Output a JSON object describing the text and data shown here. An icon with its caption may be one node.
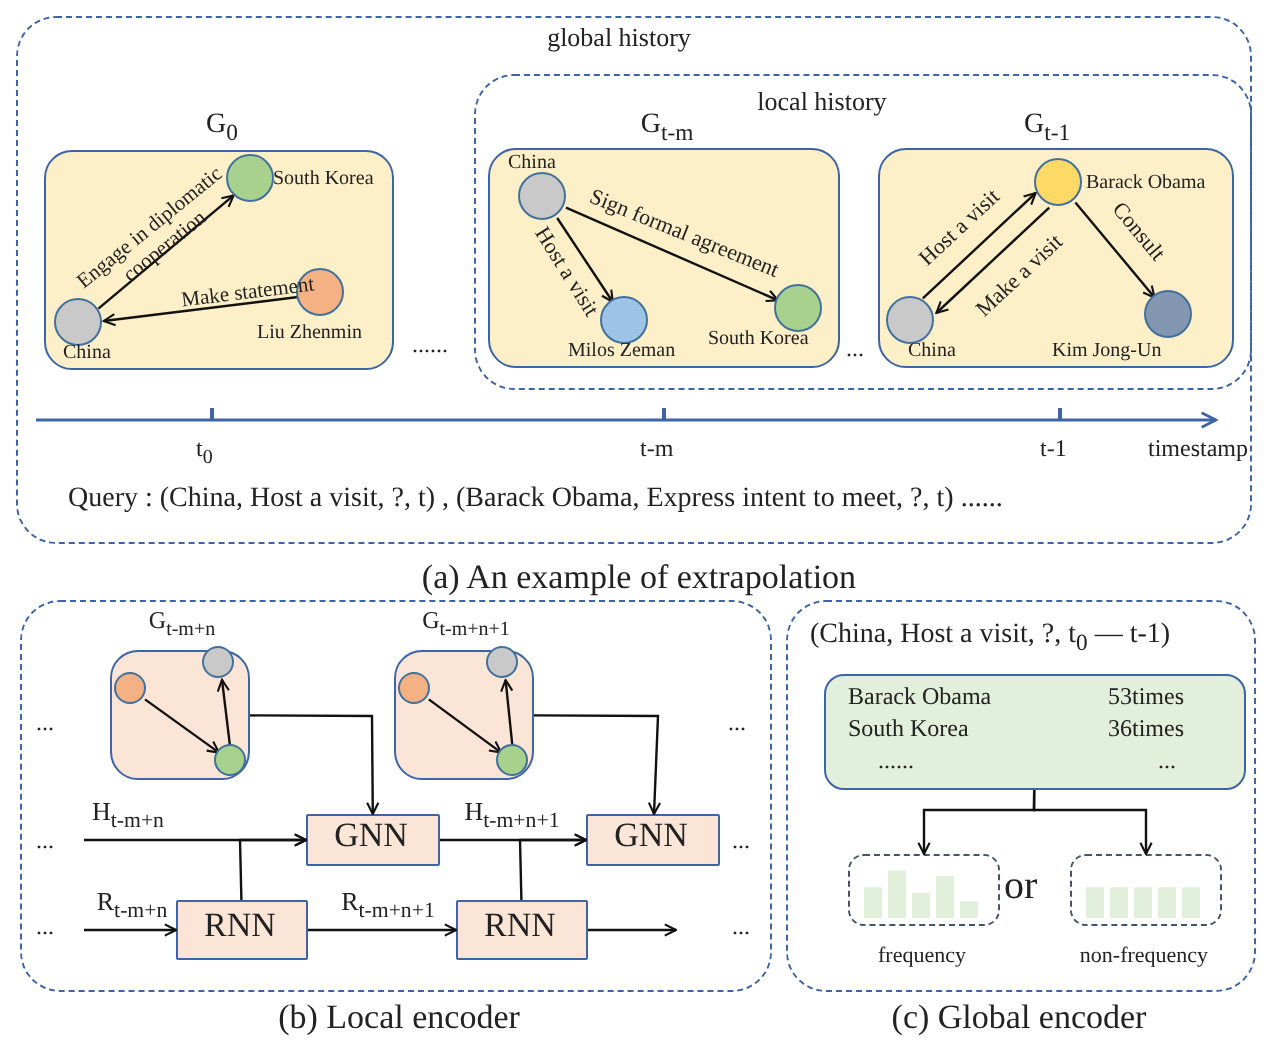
{
  "diagram": {
    "nodes": [
      {
        "text": [
          "global history",
          "(a) An example of extrapolation"
        ]
      },
      {
        "text": [
          "G$_{0}$"
        ],
        "in": 0
      },
      {
        "text": [
          "South Korea"
        ],
        "in": 1
      },
      {
        "text": [
          "Liu Zhenmin"
        ],
        "in": 1
      },
      {
        "text": [
          "China"
        ],
        "in": 1
      },
      {
        "text": [
          "local history"
        ],
        "in": 0
      },
      {
        "text": [
          "G$_{t-m}$"
        ],
        "in": 5
      },
      {
        "text": [
          "China"
        ],
        "in": 6
      },
      {
        "text": [
          "Milos Zeman"
        ],
        "in": 6
      },
      {
        "text": [
          "South Korea"
        ],
        "in": 6
      },
      {
        "text": [
          "G$_{t-1}$"
        ],
        "in": 5
      },
      {
        "text": [
          "Barack Obama"
        ],
        "in": 10
      },
      {
        "text": [
          "China"
        ],
        "in": 10
      },
      {
        "text": [
          "Kim Jong-Un"
        ],
        "in": 10
      },
      {
        "text": [
          "(b) Local encoder"
        ]
      },
      {
        "text": [
          "G$_{t-m+n}$"
        ],
        "in": 14
      },
      {
        "text": [],
        "shape": "circle",
        "in": 15
      },
      {
        "text": [],
        "shape": "circle",
        "in": 15
      },
      {
        "text": [],
        "shape": "circle",
        "in": 15
      },
      {
        "text": [
          "G$_{t-m+n+1}$"
        ],
        "in": 14
      },
      {
        "text": [],
        "shape": "circle",
        "in": 19
      },
      {
        "text": [],
        "shape": "circle",
        "in": 19
      },
      {
        "text": [],
        "shape": "circle",
        "in": 19
      },
      {
        "text": [
          "GNN"
        ],
        "in": 14
      },
      {
        "text": [
          "GNN"
        ],
        "in": 14
      },
      {
        "text": [
          "RNN"
        ],
        "in": 14
      },
      {
        "text": [
          "RNN"
        ],
        "in": 14
      },
      {
        "text": [
          "(c) Global encoder"
        ]
      },
      {
        "text": [
          "Barack Obama",
          "53times",
          "South Korea",
          "36times",
          "......",
          "..."
        ],
        "in": 27
      },
      {
        "text": [
          "frequency"
        ],
        "in": 27
      },
      {
        "text": [
          "non-frequency"
        ],
        "in": 27
      }
    ],
    "edges": [
      {
        "from": 4,
        "to": 2,
        "arrow": "to",
        "label": "Engage in diplomatic cooperation"
      },
      {
        "from": 3,
        "to": 4,
        "arrow": "to",
        "label": "Make statement"
      },
      {
        "from": 7,
        "to": 9,
        "arrow": "to",
        "label": "Sign formal agreement"
      },
      {
        "from": 7,
        "to": 8,
        "arrow": "to",
        "label": "Host a visit"
      },
      {
        "from": 12,
        "to": 11,
        "arrow": "to",
        "label": "Host a visit"
      },
      {
        "from": 11,
        "to": 12,
        "arrow": "to",
        "label": "Make a visit"
      },
      {
        "from": 11,
        "to": 13,
        "arrow": "to",
        "label": "Consult"
      },
      {
        "from": 16,
        "to": 18,
        "arrow": "to"
      },
      {
        "from": 18,
        "to": 17,
        "arrow": "to"
      },
      {
        "from": 20,
        "to": 22,
        "arrow": "to"
      },
      {
        "from": 22,
        "to": 21,
        "arrow": "to"
      },
      {
        "from": 15,
        "to": 23,
        "arrow": "to"
      },
      {
        "from": 19,
        "to": 24,
        "arrow": "to"
      },
      {
        "from": null,
        "to": 23,
        "arrow": "to",
        "label": "H$_{t-m+n}$"
      },
      {
        "from": 23,
        "to": 24,
        "arrow": "to",
        "label": "H$_{t-m+n+1}$"
      },
      {
        "from": null,
        "to": 25,
        "arrow": "to",
        "label": "R$_{t-m+n}$"
      },
      {
        "from": 25,
        "to": 26,
        "arrow": "to",
        "label": "R$_{t-m+n+1}$"
      },
      {
        "from": 26,
        "to": null,
        "arrow": "to"
      },
      {
        "from": 25,
        "to": 23,
        "arrow": "to"
      },
      {
        "from": 26,
        "to": 24,
        "arrow": "to"
      },
      {
        "from": 28,
        "to": 29,
        "arrow": "to"
      },
      {
        "from": 28,
        "to": 30,
        "arrow": "to"
      }
    ],
    "labels": [
      "......",
      "...",
      "t$_{0}$",
      "t-m",
      "t-1",
      "timestamp",
      "Query : (China, Host a visit, ?, t) , (Barack Obama, Express intent to meet, ?, t) ......",
      "...",
      "...",
      "...",
      "...",
      "...",
      "...",
      "(China, Host a visit, ?, t$_{0}$ — t-1)",
      "or"
    ]
  }
}
